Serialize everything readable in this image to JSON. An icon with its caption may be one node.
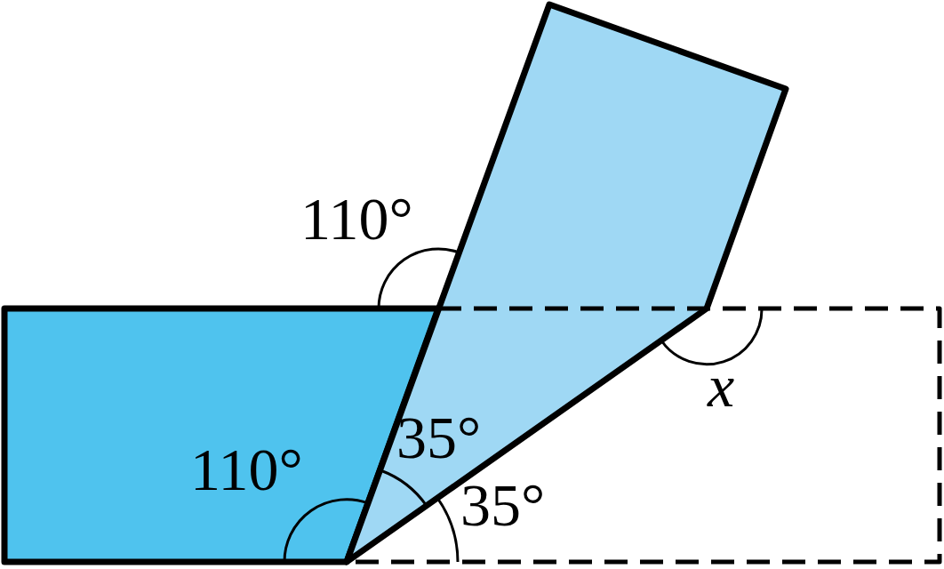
{
  "diagram": {
    "labels": [
      "110°",
      "110°",
      "35°",
      "35°",
      "x"
    ]
  }
}
